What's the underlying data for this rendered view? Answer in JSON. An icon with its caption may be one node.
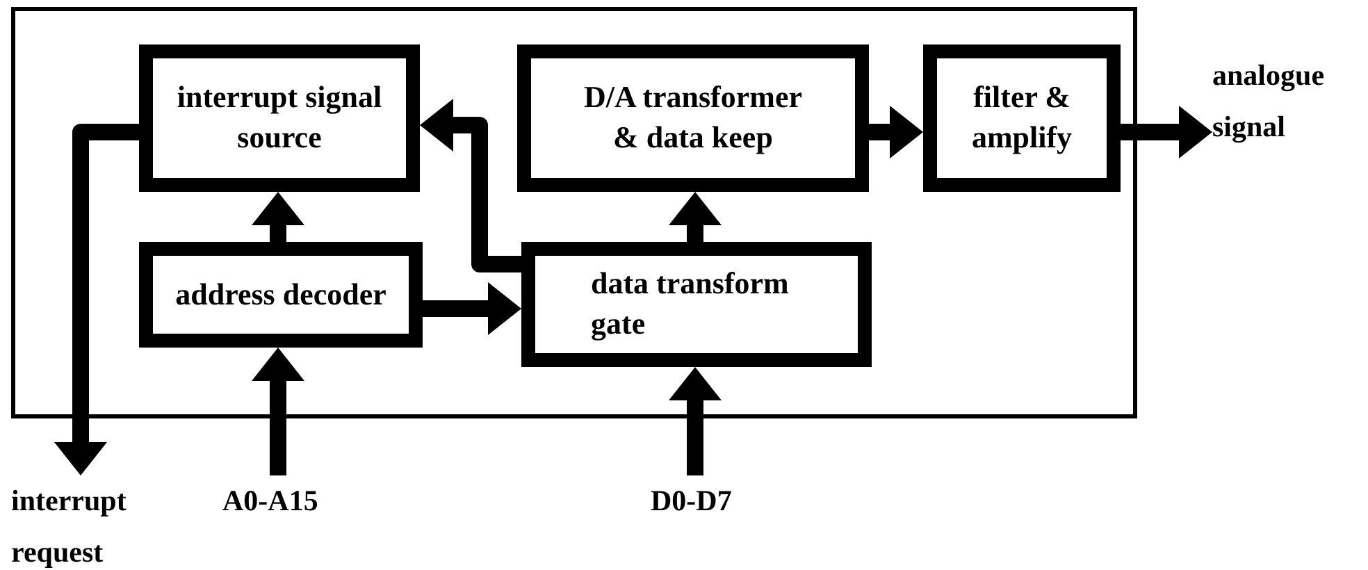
{
  "diagram": {
    "nodes": [
      {
        "text": [],
        "shape": "box"
      },
      {
        "text": [
          "interrupt signal source"
        ],
        "in": 0
      },
      {
        "text": [
          "D/A transformer & data keep"
        ],
        "in": 0
      },
      {
        "text": [
          "filter & amplify"
        ],
        "in": 0
      },
      {
        "text": [
          "address decoder"
        ],
        "in": 0
      },
      {
        "text": [
          "data transform gate"
        ],
        "in": 0
      },
      {
        "text": [
          "analogue signal"
        ]
      },
      {
        "text": [
          "interrupt request"
        ]
      },
      {
        "text": [
          "A0-A15"
        ]
      },
      {
        "text": [
          "D0-D7"
        ]
      }
    ],
    "edges": [
      {
        "from": 1,
        "to": 7,
        "arrow": "to"
      },
      {
        "from": 5,
        "to": 1,
        "arrow": "to"
      },
      {
        "from": 4,
        "to": 1,
        "arrow": "to"
      },
      {
        "from": 4,
        "to": 5,
        "arrow": "to"
      },
      {
        "from": 5,
        "to": 2,
        "arrow": "to"
      },
      {
        "from": 2,
        "to": 3,
        "arrow": "to"
      },
      {
        "from": 3,
        "to": 6,
        "arrow": "to"
      },
      {
        "from": 8,
        "to": 4,
        "arrow": "to"
      },
      {
        "from": 9,
        "to": 5,
        "arrow": "to"
      }
    ]
  }
}
